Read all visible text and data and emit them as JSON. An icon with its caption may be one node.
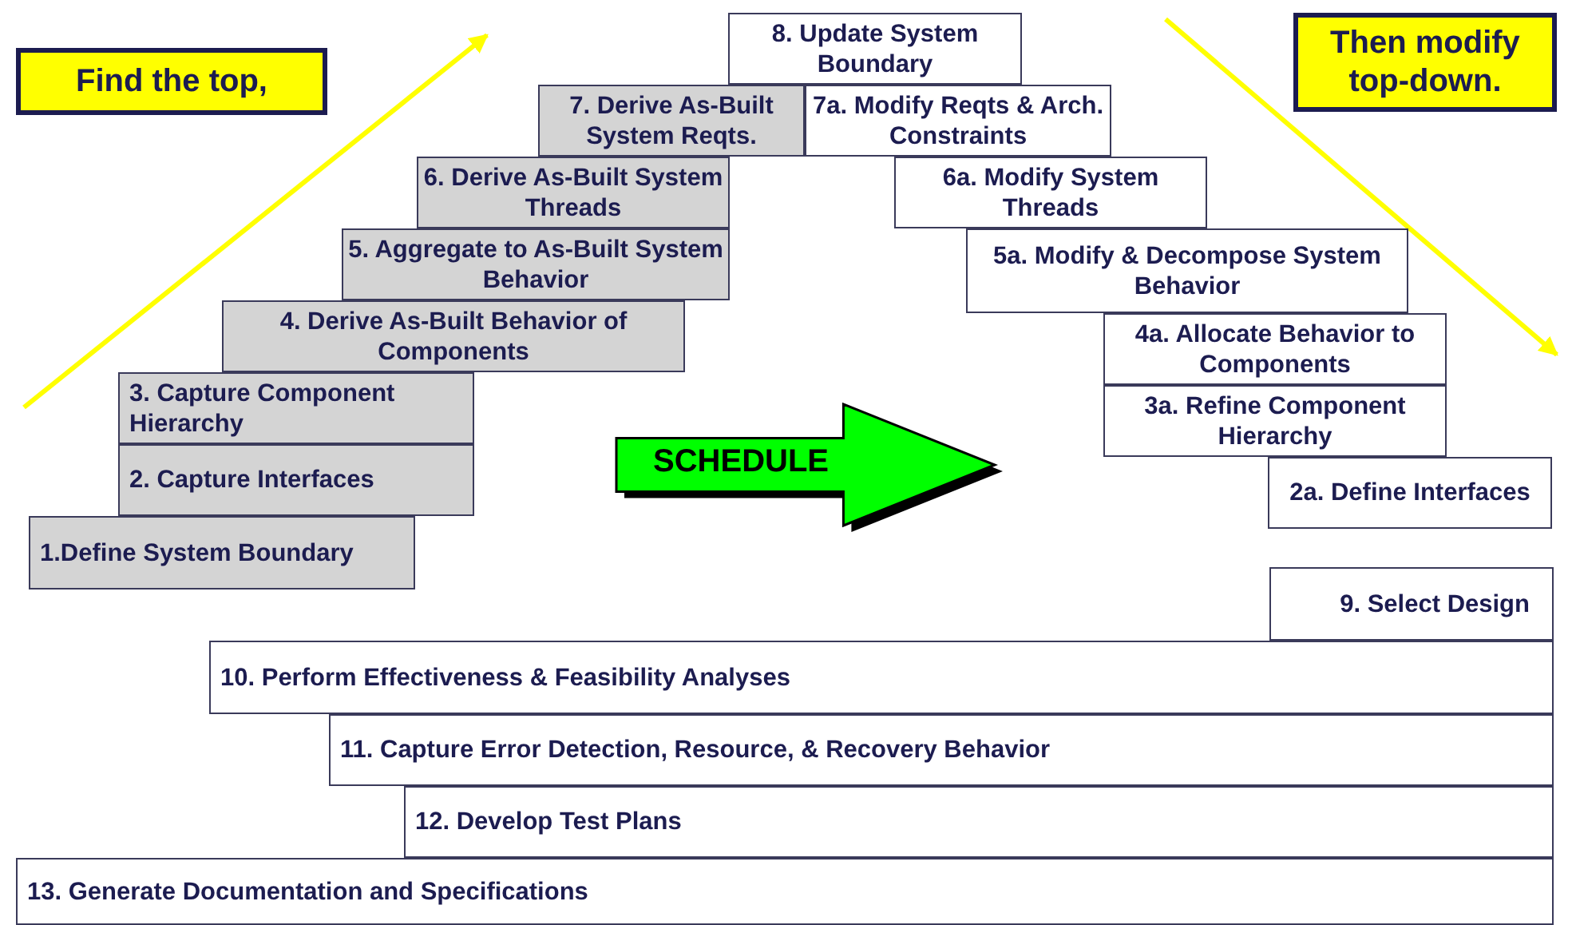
{
  "diagram": {
    "nodes": [
      {
        "text": [
          "Find the top,"
        ]
      },
      {
        "text": [
          "Then modify top-down."
        ]
      },
      {
        "text": [
          "8. Update System Boundary"
        ]
      },
      {
        "text": [
          "7. Derive As-Built System Reqts."
        ]
      },
      {
        "text": [
          "7a. Modify Reqts & Arch. Constraints"
        ]
      },
      {
        "text": [
          "6. Derive As-Built System Threads"
        ]
      },
      {
        "text": [
          "6a. Modify System Threads"
        ]
      },
      {
        "text": [
          "5. Aggregate to As-Built System Behavior"
        ]
      },
      {
        "text": [
          "5a. Modify & Decompose System Behavior"
        ]
      },
      {
        "text": [
          "4. Derive As-Built Behavior of Components"
        ]
      },
      {
        "text": [
          "4a. Allocate Behavior to Components"
        ]
      },
      {
        "text": [
          "3. Capture Component Hierarchy"
        ]
      },
      {
        "text": [
          "3a. Refine Component Hierarchy"
        ]
      },
      {
        "text": [
          "SCHEDULE"
        ]
      },
      {
        "text": [
          "2. Capture Interfaces"
        ]
      },
      {
        "text": [
          "2a. Define Interfaces"
        ]
      },
      {
        "text": [
          "1.Define System Boundary"
        ]
      },
      {
        "text": [
          "9. Select Design"
        ]
      },
      {
        "text": [
          "10. Perform Effectiveness & Feasibility Analyses"
        ]
      },
      {
        "text": [
          "11. Capture Error Detection, Resource, & Recovery Behavior"
        ]
      },
      {
        "text": [
          "12. Develop Test Plans"
        ]
      },
      {
        "text": [
          "13. Generate Documentation and Specifications"
        ]
      }
    ],
    "edges": []
  }
}
